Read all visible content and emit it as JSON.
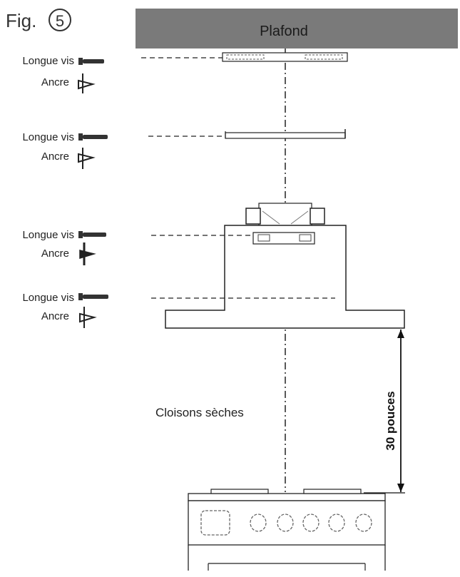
{
  "figure": {
    "prefix": "Fig.",
    "number": "5"
  },
  "ceiling": {
    "label": "Plafond",
    "color": "#7a7a7a"
  },
  "fasteners": [
    {
      "screw_label": "Longue vis",
      "anchor_label": "Ancre"
    },
    {
      "screw_label": "Longue vis",
      "anchor_label": "Ancre"
    },
    {
      "screw_label": "Longue vis",
      "anchor_label": "Ancre"
    },
    {
      "screw_label": "Longue vis",
      "anchor_label": "Ancre"
    }
  ],
  "wall_label": "Cloisons sèches",
  "clearance_label": "30 pouces",
  "icons": {
    "screw": "long-screw-icon",
    "anchor": "wall-anchor-icon"
  },
  "colors": {
    "line": "#222222",
    "screw": "#333333"
  }
}
